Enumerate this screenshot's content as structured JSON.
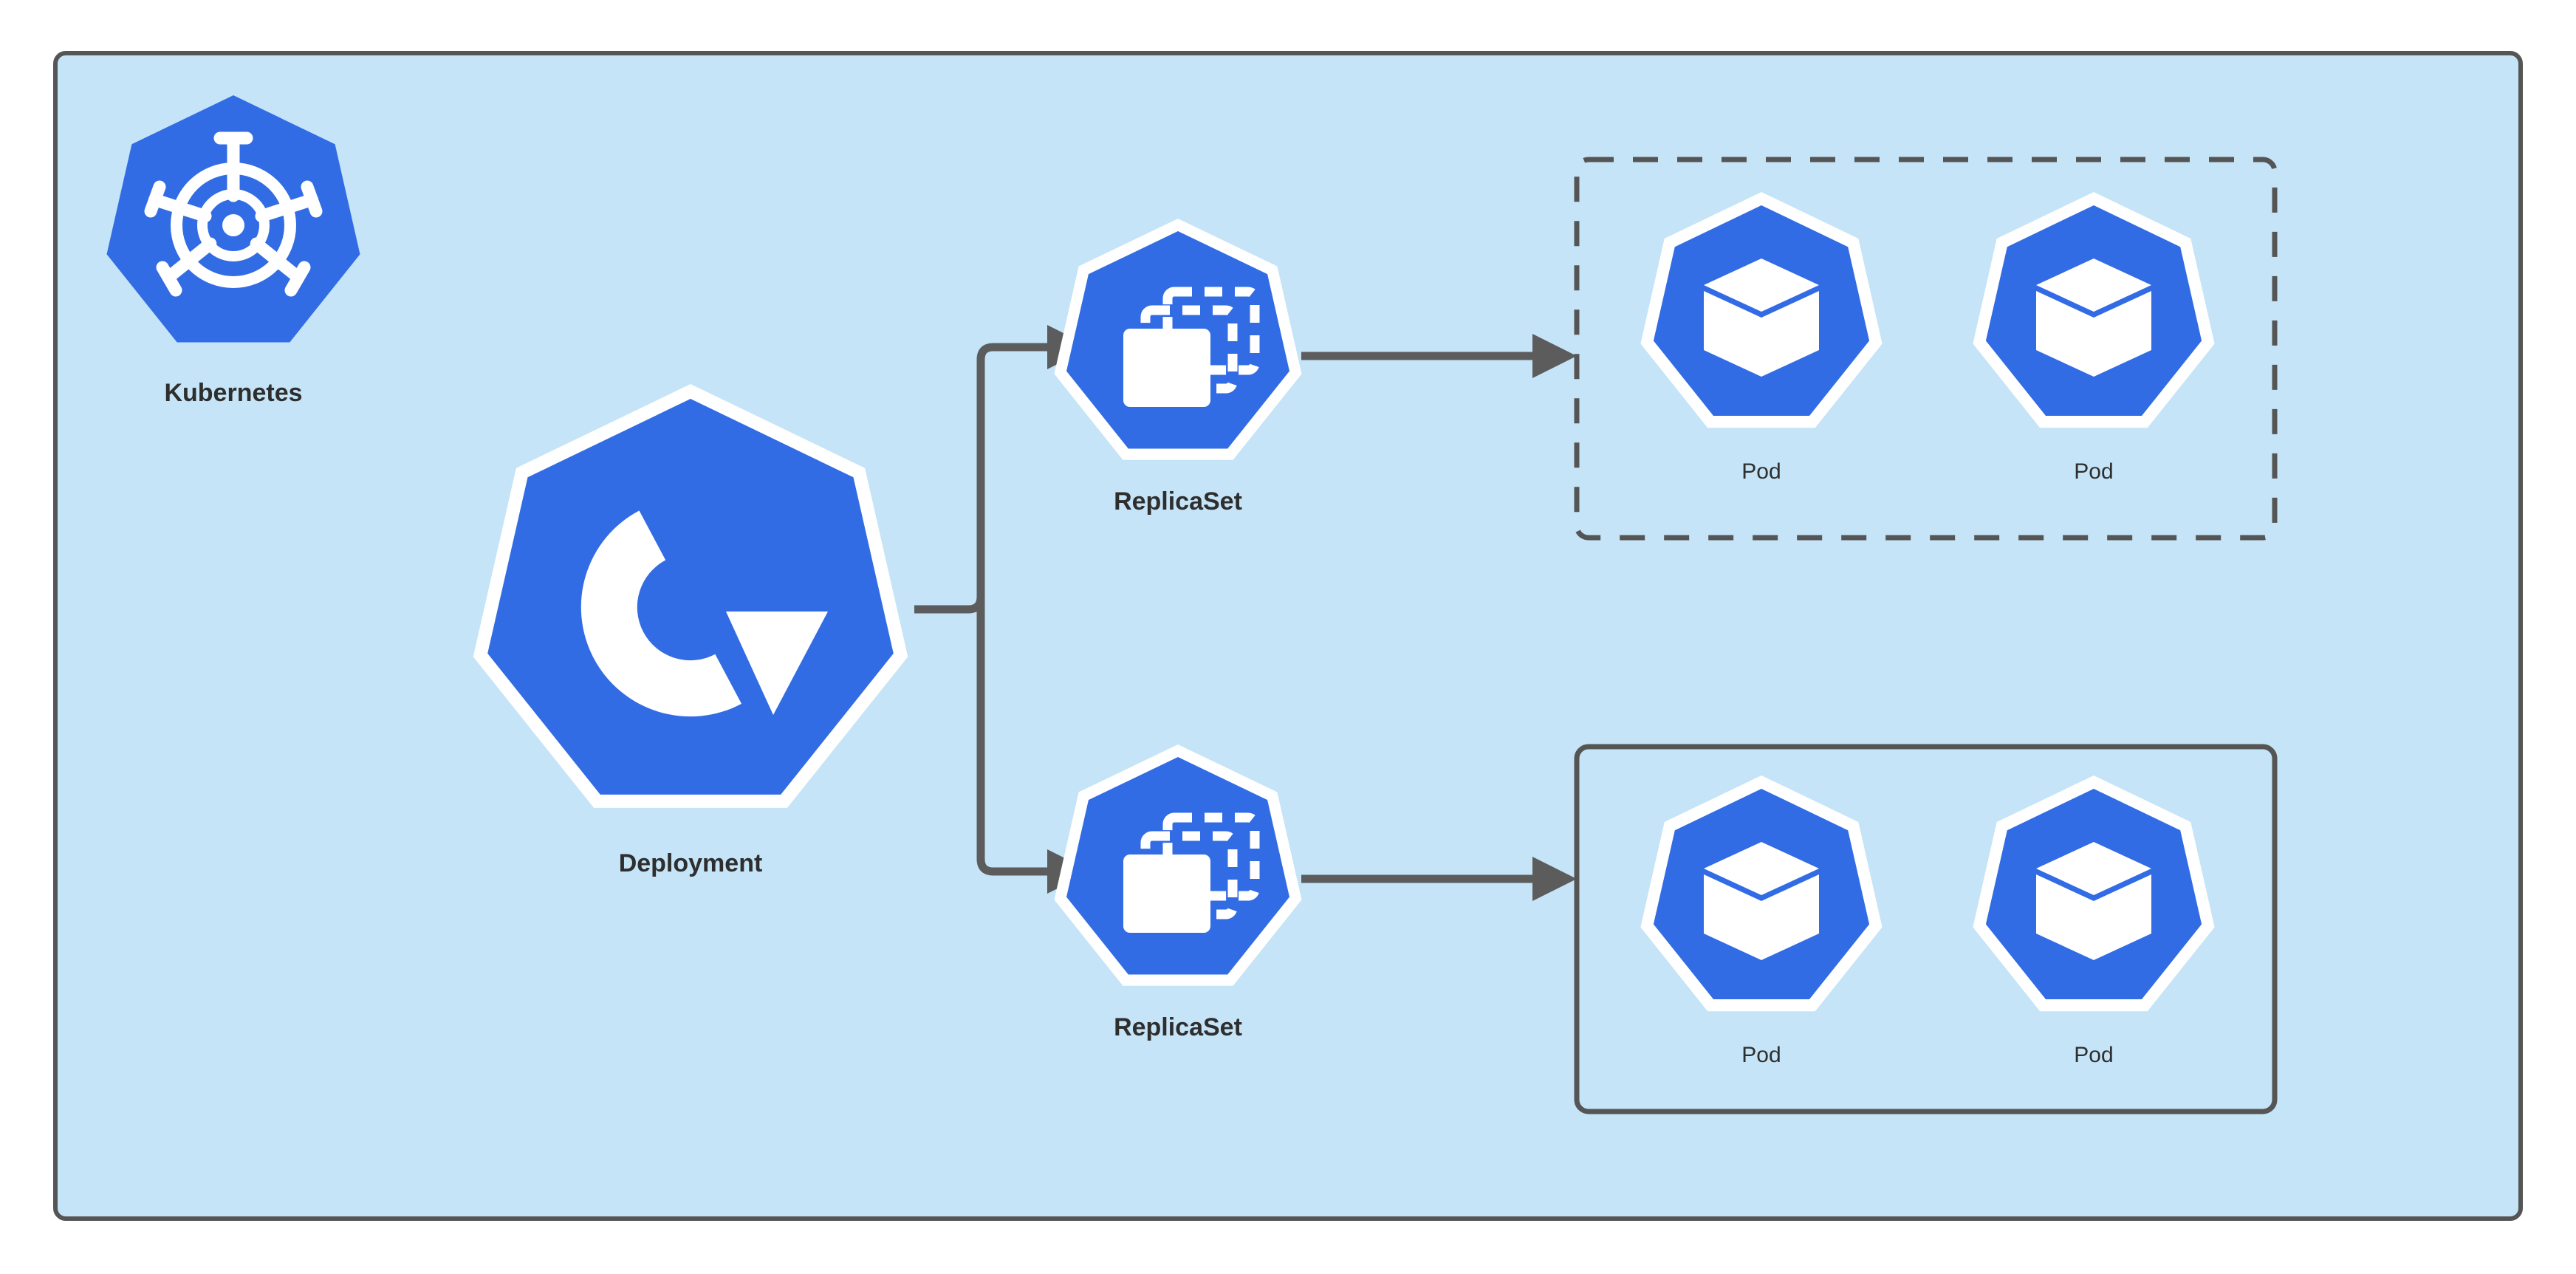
{
  "diagram": {
    "title_text": "",
    "canvas": {
      "background_color": "#ffffff",
      "panel_fill": "#c5e4f7",
      "panel_border_color": "#555555"
    },
    "palette": {
      "kubernetes_blue": "#326ce5",
      "icon_white": "#ffffff",
      "connector_gray": "#5c5c5c",
      "label_text": "#2e2e2e",
      "group_border": "#555555"
    },
    "nodes": [
      {
        "id": "kubernetes",
        "label": "Kubernetes",
        "icon": "kubernetes-helm-wheel-icon",
        "label_weight": "bold"
      },
      {
        "id": "deployment",
        "label": "Deployment",
        "icon": "deployment-rolling-arrow-icon",
        "label_weight": "bold"
      },
      {
        "id": "replicaset-top",
        "label": "ReplicaSet",
        "icon": "replicaset-stacked-boxes-icon",
        "label_weight": "bold"
      },
      {
        "id": "replicaset-bottom",
        "label": "ReplicaSet",
        "icon": "replicaset-stacked-boxes-icon",
        "label_weight": "bold"
      },
      {
        "id": "pod-top-left",
        "label": "Pod",
        "icon": "pod-cube-icon",
        "label_weight": "regular"
      },
      {
        "id": "pod-top-right",
        "label": "Pod",
        "icon": "pod-cube-icon",
        "label_weight": "regular"
      },
      {
        "id": "pod-bottom-left",
        "label": "Pod",
        "icon": "pod-cube-icon",
        "label_weight": "regular"
      },
      {
        "id": "pod-bottom-right",
        "label": "Pod",
        "icon": "pod-cube-icon",
        "label_weight": "regular"
      }
    ],
    "groups": [
      {
        "id": "pod-group-top",
        "border_style": "dashed",
        "label": ""
      },
      {
        "id": "pod-group-bottom",
        "border_style": "solid",
        "label": ""
      }
    ],
    "edges": [
      {
        "id": "deployment-to-replicaset-top",
        "from": "deployment",
        "to": "replicaset-top",
        "style": "elbow",
        "arrow": "triangle"
      },
      {
        "id": "deployment-to-replicaset-bottom",
        "from": "deployment",
        "to": "replicaset-bottom",
        "style": "elbow",
        "arrow": "triangle"
      },
      {
        "id": "replicaset-top-to-pod-group-top",
        "from": "replicaset-top",
        "to": "pod-group-top",
        "style": "straight",
        "arrow": "triangle"
      },
      {
        "id": "replicaset-bottom-to-pod-group-bottom",
        "from": "replicaset-bottom",
        "to": "pod-group-bottom",
        "style": "straight",
        "arrow": "triangle"
      }
    ]
  }
}
